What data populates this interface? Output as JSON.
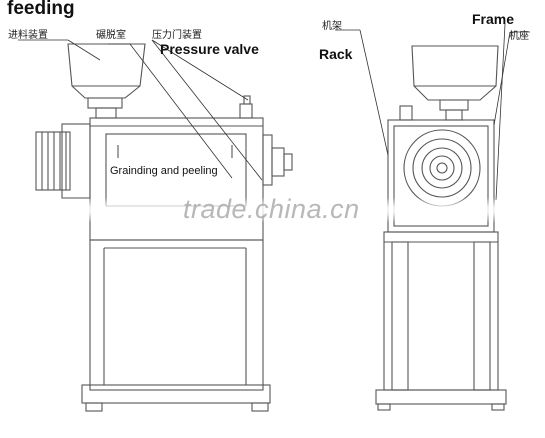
{
  "labels": {
    "feeding": "feeding",
    "feeding_cn": "进料装置",
    "grinding_chamber_cn": "碾脱室",
    "pressure_door_cn": "压力门装置",
    "pressure_valve": "Pressure valve",
    "grinding_peeling": "Grainding and peeling",
    "frame": "Frame",
    "rack_cn": "机架",
    "rack": "Rack",
    "base_cn": "机座"
  },
  "watermark": {
    "text": "trade.china.cn",
    "color": "#a0a0a0"
  },
  "colors": {
    "line": "#555555",
    "text": "#111111"
  }
}
